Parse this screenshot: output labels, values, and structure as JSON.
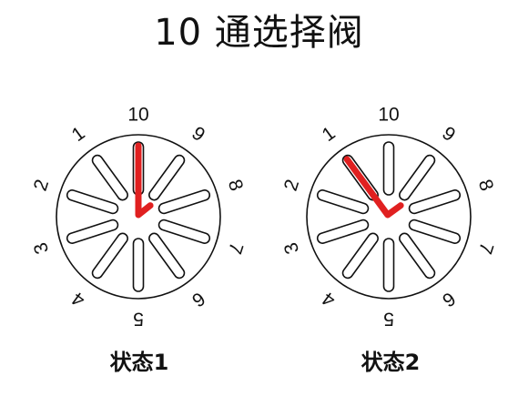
{
  "title": "10 通选择阀",
  "colors": {
    "line": "#111111",
    "pointer": "#e02020",
    "background": "#ffffff"
  },
  "port_labels": [
    "10",
    "9",
    "8",
    "7",
    "6",
    "5",
    "4",
    "3",
    "2",
    "1"
  ],
  "valves": [
    {
      "caption": "状态1",
      "pointer_from_port": "10"
    },
    {
      "caption": "状态2",
      "pointer_from_port": "1"
    }
  ]
}
